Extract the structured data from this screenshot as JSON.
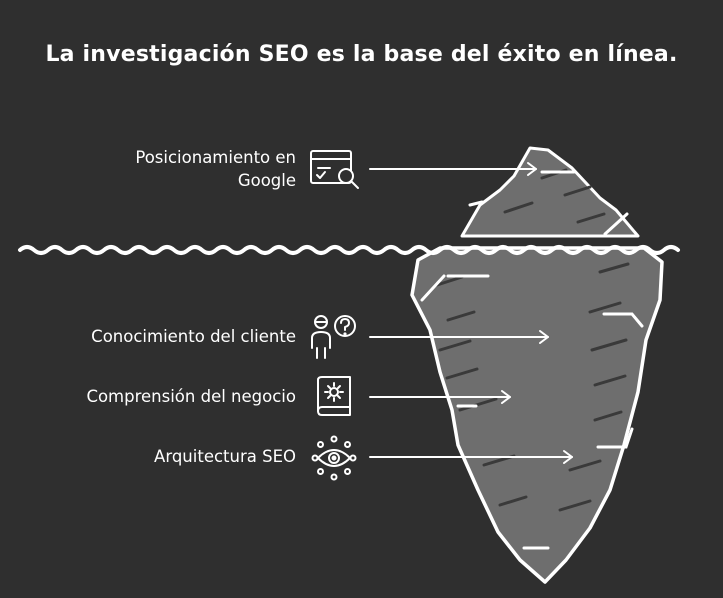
{
  "title": "La investigación SEO es la base del éxito en línea.",
  "items": [
    {
      "label_lines": [
        "Posicionamiento en",
        "Google"
      ],
      "icon": "browser-search-icon"
    },
    {
      "label_lines": [
        "Conocimiento del cliente"
      ],
      "icon": "person-question-icon"
    },
    {
      "label_lines": [
        "Comprensión del negocio"
      ],
      "icon": "gear-book-icon"
    },
    {
      "label_lines": [
        "Arquitectura SEO"
      ],
      "icon": "eye-gear-icon"
    }
  ],
  "colors": {
    "background": "#2f2f2f",
    "iceberg_fill": "#6e6e6e",
    "stroke": "#ffffff"
  }
}
